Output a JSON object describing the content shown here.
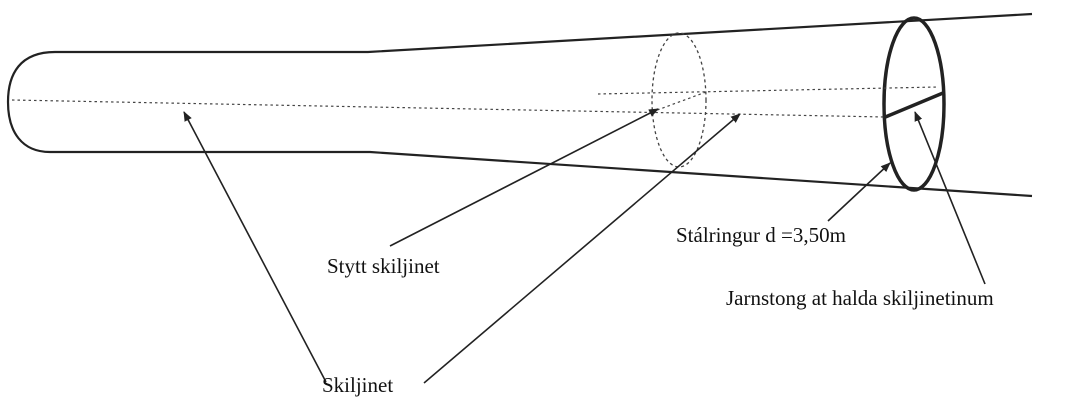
{
  "labels": {
    "short_net": "Stytt skiljinet",
    "net": "Skiljinet",
    "steel_ring": "Stálringur d =3,50m",
    "iron_bar": "Jarnstong at halda skiljinetinum"
  },
  "colors": {
    "stroke": "#222222",
    "background": "#ffffff"
  }
}
